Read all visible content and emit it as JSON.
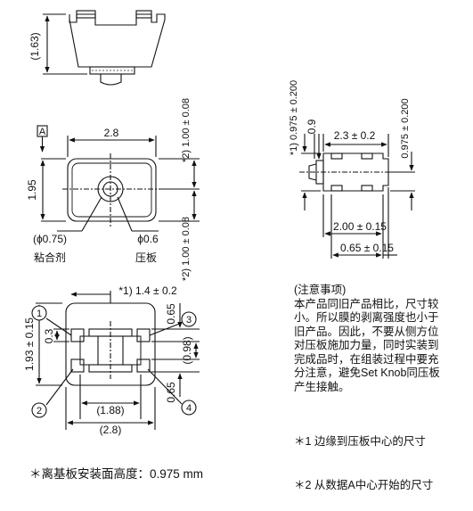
{
  "top_view": {
    "height_dim": "(1.63)"
  },
  "front_view": {
    "datum_label": "A",
    "width_dim": "2.8",
    "height_dim": "1.95",
    "right_dim_top": "*2) 1.00 ± 0.08",
    "right_dim_bottom": "*2) 1.00 ± 0.08",
    "hole_dim": "(ϕ0.75)",
    "hole_label": "粘合剂",
    "boss_dim": "ϕ0.6",
    "boss_label": "压板"
  },
  "bottom_view": {
    "top_dim": "*1) 1.4 ± 0.2",
    "left_dim": "1.93 ± 0.15",
    "inner_left_dim": "0.3",
    "right_top_dim": "0.65",
    "right_mid_dim": "(0.98)",
    "right_bottom_dim": "0.65",
    "inner_width_dim": "(1.88)",
    "outer_width_dim": "(2.8)",
    "callouts": [
      "1",
      "2",
      "3",
      "4"
    ]
  },
  "side_view": {
    "left_dim": "*1) 0.975 ± 0.200",
    "dim_09": "0.9",
    "top_width_dim": "2.3 ± 0.2",
    "right_dim": "0.975 ± 0.200",
    "bottom_dim_1": "2.00 ± 0.15",
    "bottom_dim_2": "0.65 ± 0.15"
  },
  "notes": {
    "heading": "(注意事项)",
    "lines": [
      "本产品同旧产品相比，尺寸较",
      "小。所以膜的剥离强度也小于",
      "旧产品。因此，不要从侧方位",
      "对压板施加力量，同时实装到",
      "完成品时，在组装过程中要充",
      "分注意，避免Set Knob同压板",
      "产生接触。"
    ],
    "footnote1": "＊1 边缘到压板中心的尺寸",
    "footnote2": "＊2 从数据A中心开始的尺寸",
    "mount_height": "＊离基板安装面高度：0.975 mm"
  }
}
